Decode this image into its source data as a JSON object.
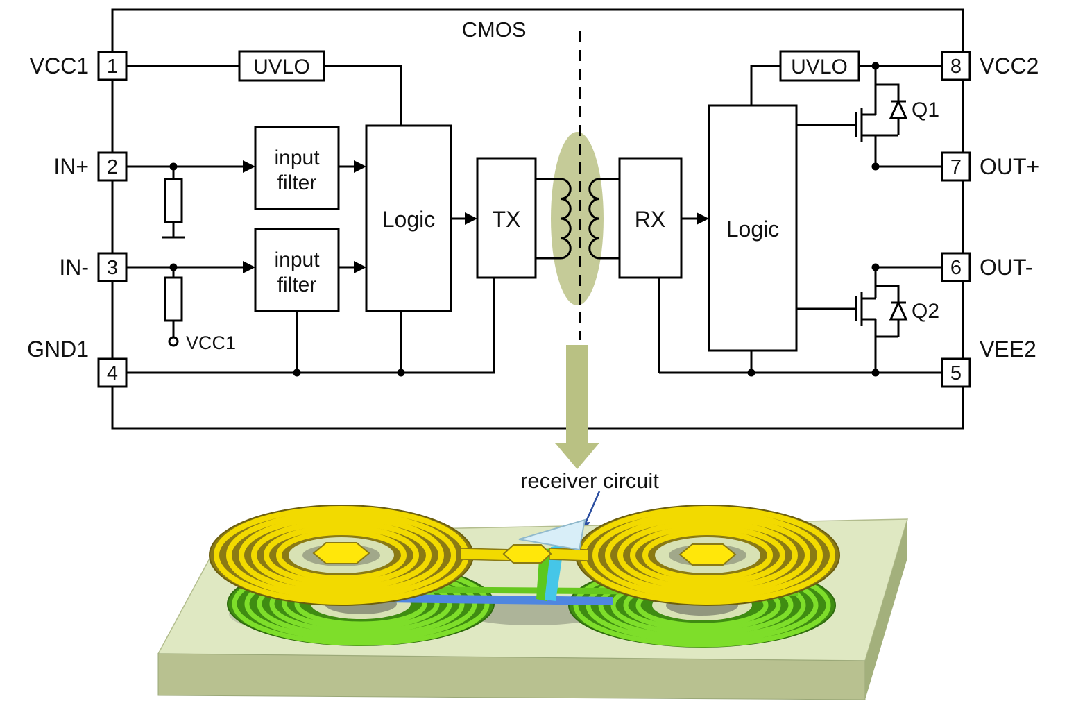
{
  "figure": {
    "title": "CMOS",
    "caption": "receiver circuit",
    "pins": {
      "p1": {
        "num": "1",
        "label": "VCC1"
      },
      "p2": {
        "num": "2",
        "label": "IN+"
      },
      "p3": {
        "num": "3",
        "label": "IN-"
      },
      "p4": {
        "num": "4",
        "label": "GND1"
      },
      "p5": {
        "num": "5",
        "label": "VEE2"
      },
      "p6": {
        "num": "6",
        "label": "OUT-"
      },
      "p7": {
        "num": "7",
        "label": "OUT+"
      },
      "p8": {
        "num": "8",
        "label": "VCC2"
      }
    },
    "blocks": {
      "uvlo_left": "UVLO",
      "uvlo_right": "UVLO",
      "input_filter_top": {
        "line1": "input",
        "line2": "filter"
      },
      "input_filter_bottom": {
        "line1": "input",
        "line2": "filter"
      },
      "logic_left": "Logic",
      "logic_right": "Logic",
      "tx": "TX",
      "rx": "RX"
    },
    "labels": {
      "pullup": "VCC1",
      "q1": "Q1",
      "q2": "Q2"
    },
    "colors": {
      "isolation_highlight": "#bdc48a",
      "arrow_olive": "#b9c183",
      "annotation_blue": "#2b4ea0",
      "coil_top_metal": "#f2da00",
      "coil_bottom_metal": "#7ede2a",
      "substrate_top": "#dfe8c2"
    }
  }
}
